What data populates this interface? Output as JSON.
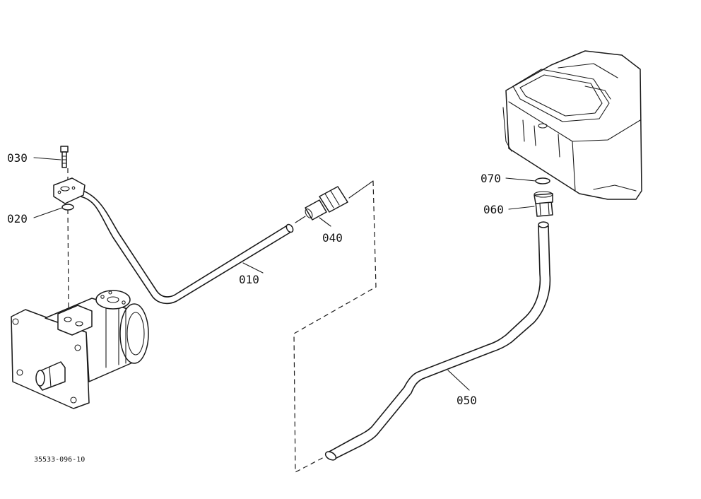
{
  "parts": [
    {
      "id": "p030",
      "label": "030"
    },
    {
      "id": "p020",
      "label": "020"
    },
    {
      "id": "p010",
      "label": "010"
    },
    {
      "id": "p040",
      "label": "040"
    },
    {
      "id": "p070",
      "label": "070"
    },
    {
      "id": "p060",
      "label": "060"
    },
    {
      "id": "p050",
      "label": "050"
    }
  ],
  "drawing_code": "35533-096-10"
}
